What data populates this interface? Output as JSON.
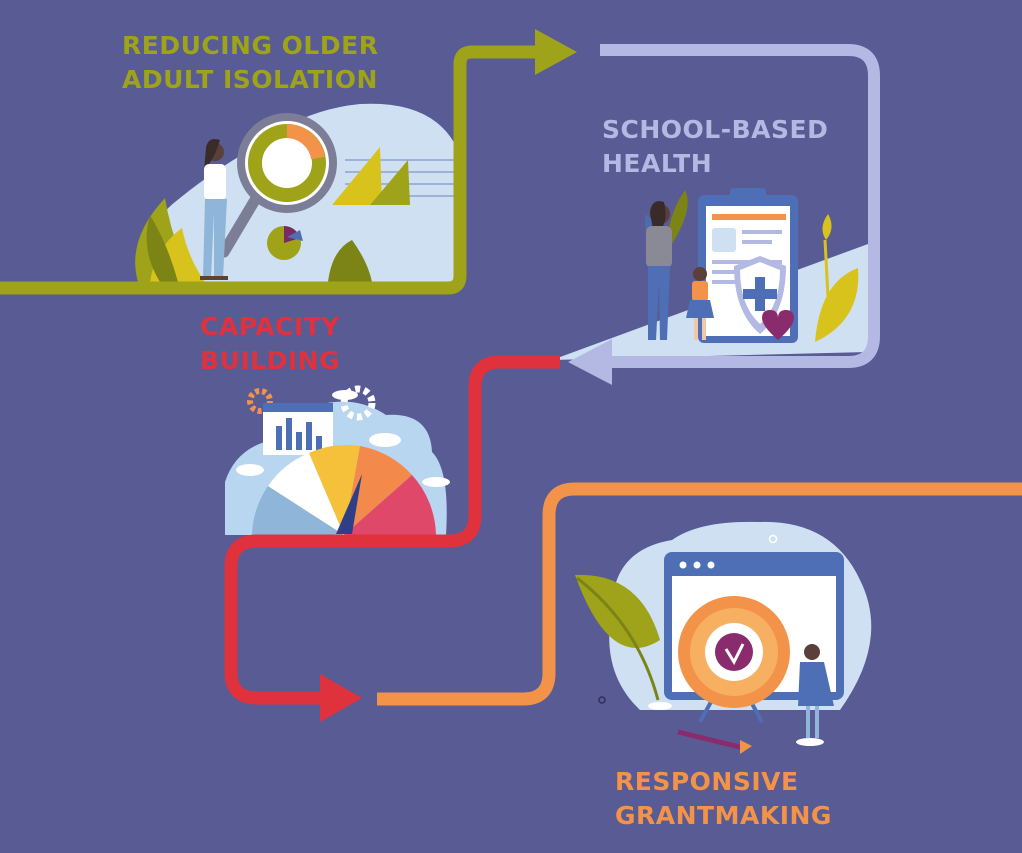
{
  "colors": {
    "background": "#585b94",
    "isolation": "#9ea319",
    "school": "#b3b9e2",
    "capacity": "#e0323c",
    "grantmaking": "#f39349"
  },
  "sections": [
    {
      "id": "isolation",
      "lines": [
        "REDUCING OLDER",
        "ADULT ISOLATION"
      ],
      "color": "#9ea319"
    },
    {
      "id": "school",
      "lines": [
        "SCHOOL-BASED",
        "HEALTH"
      ],
      "color": "#b3b9e2"
    },
    {
      "id": "capacity",
      "lines": [
        "CAPACITY",
        "BUILDING"
      ],
      "color": "#e0323c"
    },
    {
      "id": "grantmaking",
      "lines": [
        "RESPONSIVE",
        "GRANTMAKING"
      ],
      "color": "#f39349"
    }
  ]
}
